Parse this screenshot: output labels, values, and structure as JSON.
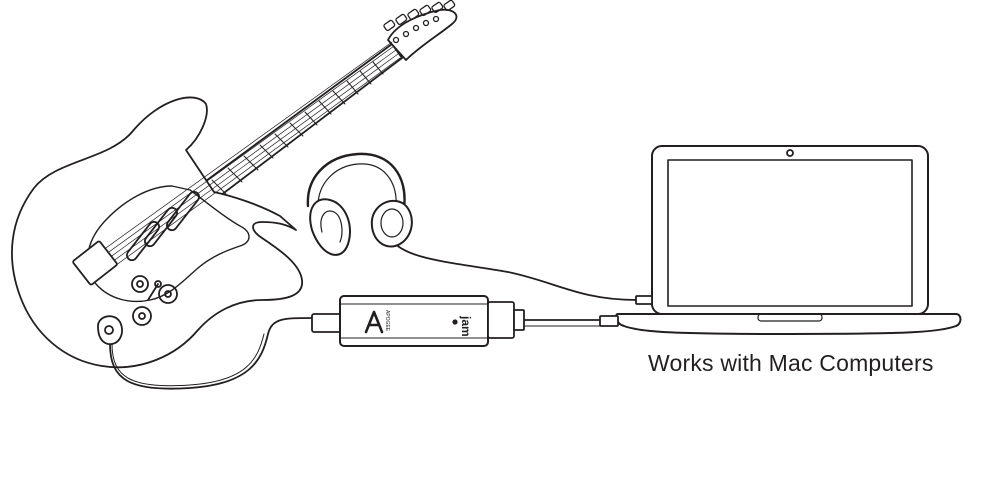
{
  "diagram": {
    "caption": "Works with Mac Computers",
    "device": {
      "brand_text": "APOGEE",
      "model_text": "jam"
    },
    "icons": {
      "guitar": "electric-guitar-icon",
      "headphones": "headphones-icon",
      "interface": "audio-interface-icon",
      "laptop": "laptop-icon",
      "logo": "apogee-logo-icon"
    },
    "colors": {
      "line": "#231f20",
      "background": "#ffffff"
    }
  }
}
